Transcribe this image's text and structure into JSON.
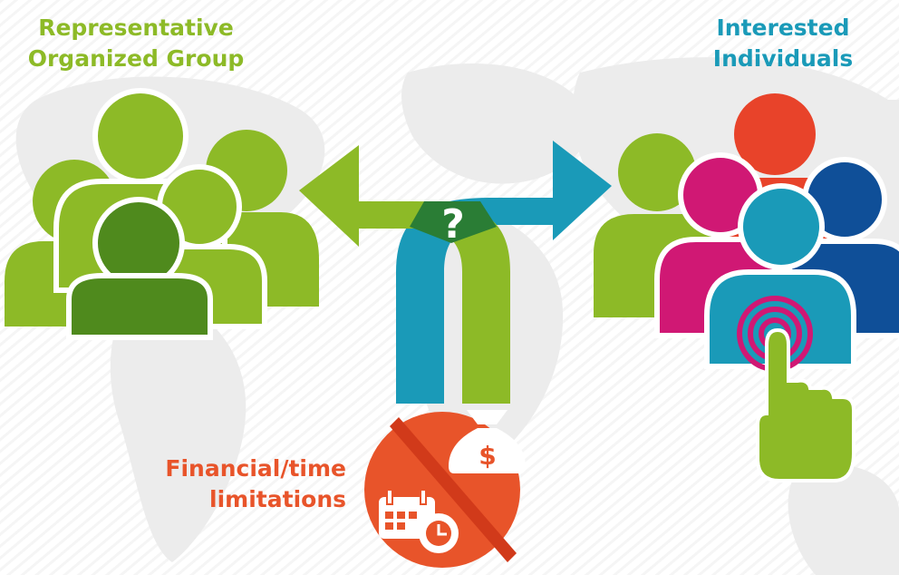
{
  "labels": {
    "left_group": [
      "Representative",
      "Organized Group"
    ],
    "right_group": [
      "Interested",
      "Individuals"
    ],
    "constraint": [
      "Financial/time",
      "limitations"
    ],
    "junction": "?",
    "money_symbol": "$"
  },
  "icons": {
    "left_group": "group-of-people-icon",
    "right_group": "group-of-people-icon",
    "pointer": "hand-pointer-icon",
    "target": "target-rings-icon",
    "money": "money-bag-icon",
    "calendar": "calendar-clock-icon",
    "no_sign": "prohibited-sign-icon"
  },
  "colors": {
    "green": "#8dba27",
    "dark_green": "#4f8a1d",
    "blue": "#1a9ab8",
    "red": "#e8432a",
    "magenta": "#d01874",
    "navy": "#0f4f98",
    "orange": "#e8542a",
    "map": "#eeeeee"
  }
}
